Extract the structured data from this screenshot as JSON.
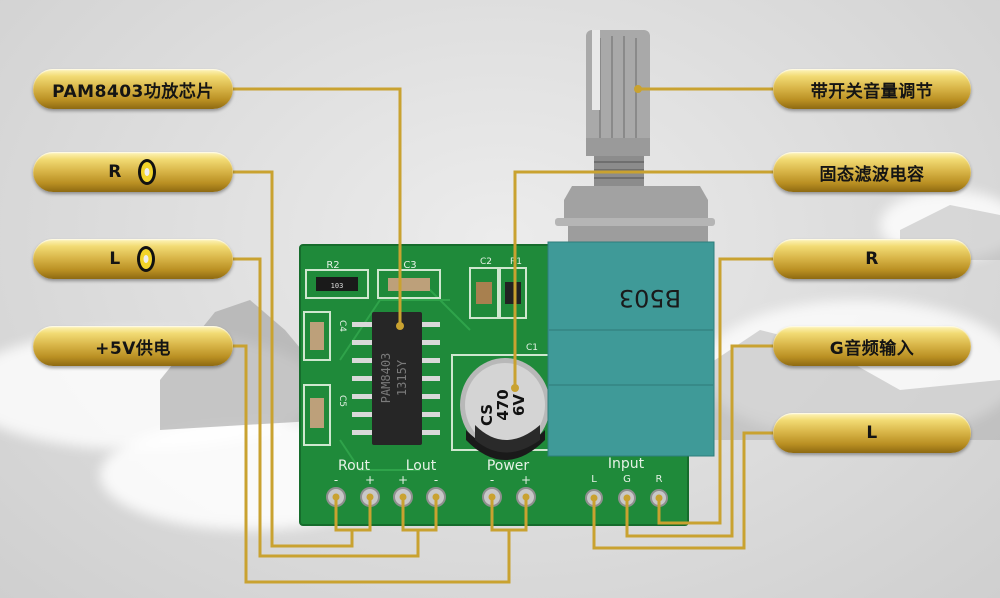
{
  "diagram": {
    "subject": "PAM8403 amplifier module with volume potentiometer",
    "accent_color": "#c9a230",
    "pcb_color": "#1f8a3a",
    "pot_body_color": "#3f9a98"
  },
  "callouts_left": [
    {
      "id": "chip",
      "label": "PAM8403功放芯片",
      "icon": null
    },
    {
      "id": "speaker-r",
      "label": "R",
      "icon": "speaker-icon"
    },
    {
      "id": "speaker-l",
      "label": "L",
      "icon": "speaker-icon"
    },
    {
      "id": "power",
      "label": "+5V供电",
      "icon": null
    }
  ],
  "callouts_right": [
    {
      "id": "volume",
      "label": "带开关音量调节"
    },
    {
      "id": "capacitor",
      "label": "固态滤波电容"
    },
    {
      "id": "input-r",
      "label": "R"
    },
    {
      "id": "input-g",
      "label": "G音频输入"
    },
    {
      "id": "input-l",
      "label": "L"
    }
  ],
  "board": {
    "chip_marking_line1": "PAM8403",
    "chip_marking_line2": "1315Y",
    "capacitor_marking": [
      "CS",
      "470",
      "6V"
    ],
    "pot_marking": "B503",
    "silkscreen": {
      "r2": "R2",
      "c3": "C3",
      "c4": "C4",
      "c5": "C5",
      "c2": "C2",
      "r1": "R1",
      "c1": "C1",
      "resistor_code": "103",
      "rout": "Rout",
      "lout": "Lout",
      "power": "Power",
      "input": "Input",
      "rout_pins": [
        "-",
        "+"
      ],
      "lout_pins": [
        "+",
        "-"
      ],
      "power_pins": [
        "-",
        "+"
      ],
      "input_pins": [
        "L",
        "G",
        "R"
      ]
    }
  }
}
